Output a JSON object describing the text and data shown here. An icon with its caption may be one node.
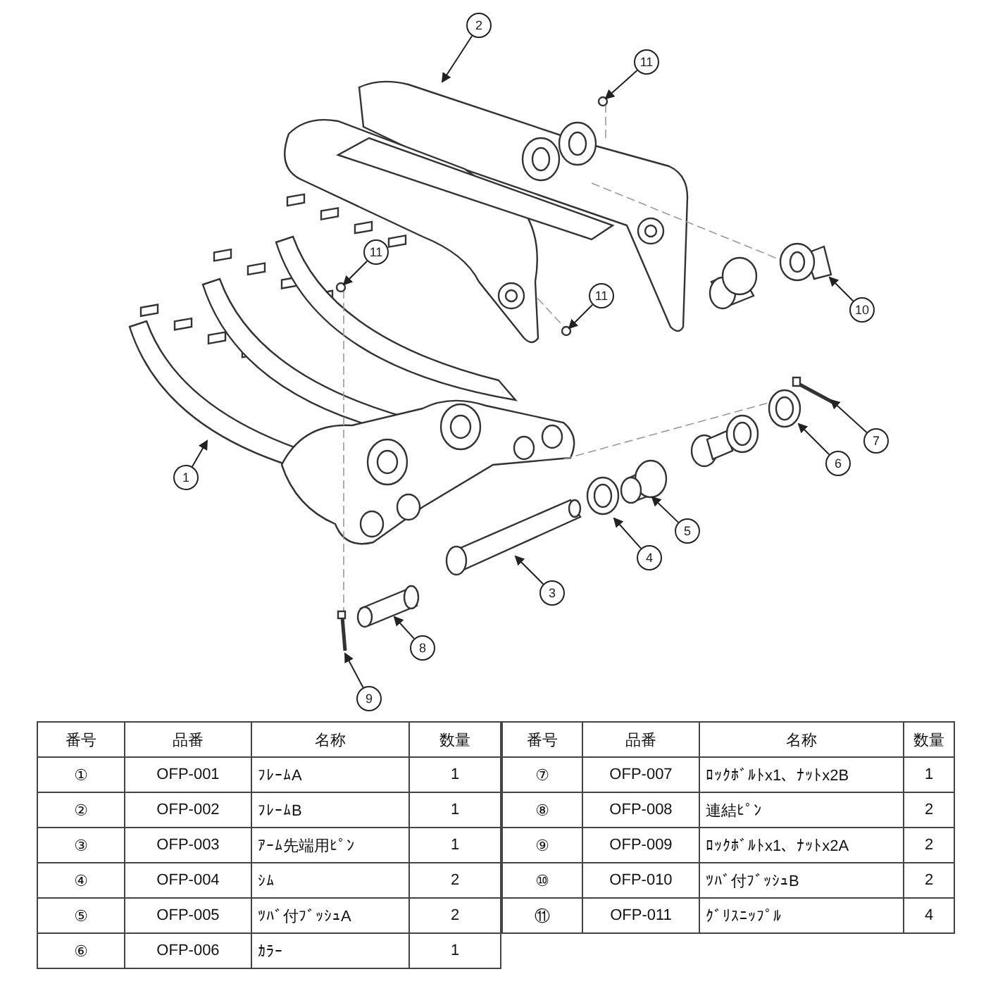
{
  "diagram": {
    "nodes": [
      {
        "text": [
          "2"
        ]
      },
      {
        "text": [
          "11"
        ]
      },
      {
        "text": [
          "11"
        ]
      },
      {
        "text": [
          "11"
        ]
      },
      {
        "text": [
          "10"
        ]
      },
      {
        "text": [
          "1"
        ]
      },
      {
        "text": [
          "7"
        ]
      },
      {
        "text": [
          "6"
        ]
      },
      {
        "text": [
          "5"
        ]
      },
      {
        "text": [
          "4"
        ]
      },
      {
        "text": [
          "3"
        ]
      },
      {
        "text": [
          "8"
        ]
      },
      {
        "text": [
          "9"
        ]
      }
    ],
    "edges": [
      {
        "from": 0,
        "to": null,
        "arrow": "to"
      },
      {
        "from": 1,
        "to": null,
        "arrow": "to"
      },
      {
        "from": 2,
        "to": null,
        "arrow": "to"
      },
      {
        "from": 3,
        "to": null,
        "arrow": "to"
      },
      {
        "from": 4,
        "to": null,
        "arrow": "to"
      },
      {
        "from": 5,
        "to": null,
        "arrow": "to"
      },
      {
        "from": 6,
        "to": null,
        "arrow": "to"
      },
      {
        "from": 7,
        "to": null,
        "arrow": "to"
      },
      {
        "from": 8,
        "to": null,
        "arrow": "to"
      },
      {
        "from": 9,
        "to": null,
        "arrow": "to"
      },
      {
        "from": 10,
        "to": null,
        "arrow": "to"
      },
      {
        "from": 11,
        "to": null,
        "arrow": "to"
      },
      {
        "from": 12,
        "to": null,
        "arrow": "to"
      }
    ],
    "labels": [
      "番号",
      "品番",
      "名称",
      "数量",
      "番号",
      "品番",
      "名称",
      "数量",
      "①",
      "OFP-001",
      "ﾌﾚｰﾑA",
      "1",
      "⑦",
      "OFP-007",
      "ﾛｯｸﾎﾞﾙﾄx1、ﾅｯﾄx2B",
      "1",
      "②",
      "OFP-002",
      "ﾌﾚｰﾑB",
      "1",
      "⑧",
      "OFP-008",
      "連結ﾋﾟﾝ",
      "2",
      "③",
      "OFP-003",
      "ｱｰﾑ先端用ﾋﾟﾝ",
      "1",
      "⑨",
      "OFP-009",
      "ﾛｯｸﾎﾞﾙﾄx1、ﾅｯﾄx2A",
      "2",
      "④",
      "OFP-004",
      "ｼﾑ",
      "2",
      "⑩",
      "OFP-010",
      "ﾂﾊﾞ付ﾌﾞｯｼｭB",
      "2",
      "⑤",
      "OFP-005",
      "ﾂﾊﾞ付ﾌﾞｯｼｭA",
      "2",
      "⑪",
      "OFP-011",
      "ｸﾞﾘｽﾆｯﾌﾟﾙ",
      "4",
      "⑥",
      "OFP-006",
      "ｶﾗｰ",
      "1"
    ]
  }
}
